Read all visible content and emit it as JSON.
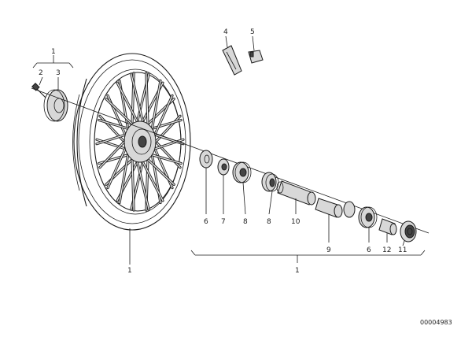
{
  "callouts": {
    "c1_top": "1",
    "c2": "2",
    "c3": "3",
    "c4": "4",
    "c5": "5",
    "c6a": "6",
    "c7": "7",
    "c8a": "8",
    "c8b": "8",
    "c10": "10",
    "c9": "9",
    "c6b": "6",
    "c12": "12",
    "c11": "11",
    "c1_wheel": "1",
    "c1_axle": "1"
  },
  "reference_code": "00004983",
  "colors": {
    "line": "#1a1a1a",
    "fill": "#d8d8d8",
    "dark": "#444444",
    "paper": "#ffffff"
  }
}
